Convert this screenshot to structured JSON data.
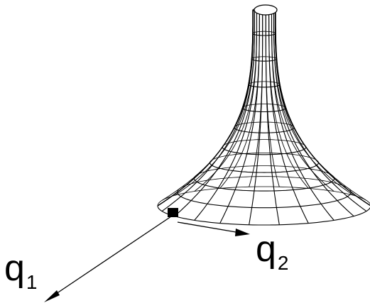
{
  "labels": {
    "q1_main": "q",
    "q1_sub": "1",
    "q2_main": "q",
    "q2_sub": "2"
  },
  "colors": {
    "ink": "#000000",
    "background": "#ffffff"
  }
}
